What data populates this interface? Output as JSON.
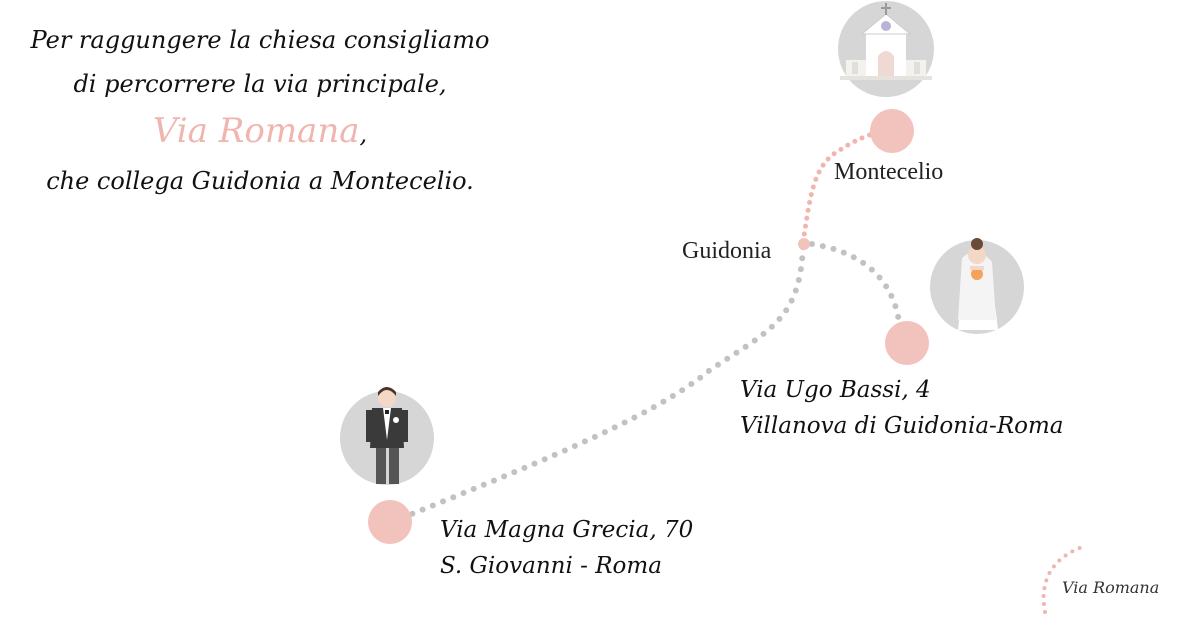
{
  "intro": {
    "line1": "Per raggungere la chiesa consigliamo",
    "line2": "di percorrere la via principale,",
    "highlight": "Via Romana",
    "highlight_suffix": ",",
    "line4": "che collega Guidonia a Montecelio."
  },
  "places": {
    "montecelio": "Montecelio",
    "guidonia": "Guidonia"
  },
  "addresses": {
    "bride": {
      "line1": "Via Ugo Bassi, 4",
      "line2": "Villanova di Guidonia-Roma"
    },
    "groom": {
      "line1": "Via Magna Grecia, 70",
      "line2": "S. Giovanni - Roma"
    }
  },
  "legend": {
    "label": "Via Romana"
  },
  "icons": {
    "church": "church-icon",
    "bride": "bride-icon",
    "groom": "groom-icon"
  },
  "colors": {
    "marker": "#f2c2bc",
    "route_main": "#c2c2c2",
    "route_romana": "#f0b5ae",
    "icon_bg": "#d6d6d6"
  }
}
